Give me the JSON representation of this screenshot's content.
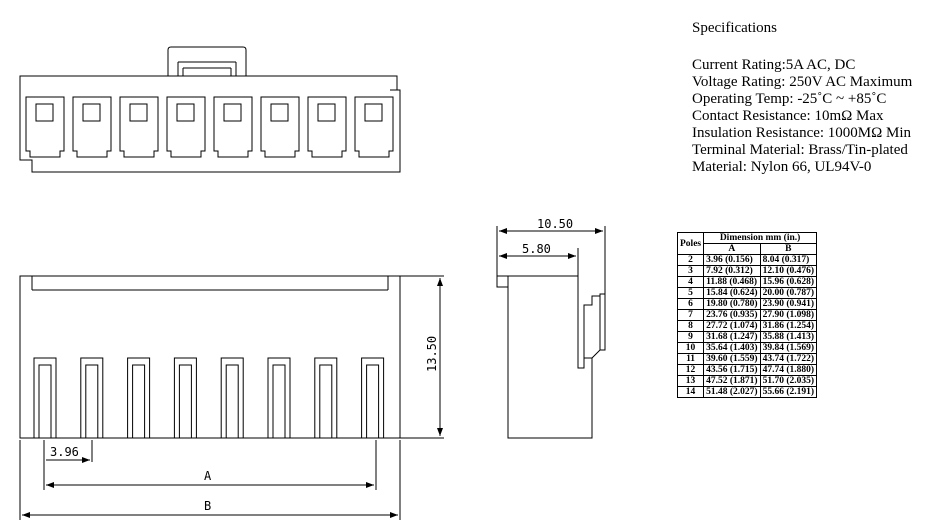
{
  "specifications": {
    "title": "Specifications",
    "lines": [
      "Current Rating:5A AC, DC",
      "Voltage Rating: 250V AC Maximum",
      "Operating Temp: -25˚C ~ +85˚C",
      "Contact Resistance: 10mΩ Max",
      "Insulation Resistance: 1000MΩ Min",
      "Terminal Material: Brass/Tin-plated",
      "Material: Nylon 66, UL94V-0"
    ]
  },
  "dimensions": {
    "front_pitch": "3.96",
    "front_a": "A",
    "front_b": "B",
    "front_height": "13.50",
    "side_width": "10.50",
    "side_inner": "5.80"
  },
  "table": {
    "header_poles": "Poles",
    "header_group": "Dimension mm (in.)",
    "header_a": "A",
    "header_b": "B",
    "rows": [
      {
        "poles": "2",
        "a": "3.96 (0.156)",
        "b": "8.04 (0.317)"
      },
      {
        "poles": "3",
        "a": "7.92 (0.312)",
        "b": "12.10 (0.476)"
      },
      {
        "poles": "4",
        "a": "11.88 (0.468)",
        "b": "15.96 (0.628)"
      },
      {
        "poles": "5",
        "a": "15.84 (0.624)",
        "b": "20.00 (0.787)"
      },
      {
        "poles": "6",
        "a": "19.80 (0.780)",
        "b": "23.90 (0.941)"
      },
      {
        "poles": "7",
        "a": "23.76 (0.935)",
        "b": "27.90 (1.098)"
      },
      {
        "poles": "8",
        "a": "27.72 (1.074)",
        "b": "31.86 (1.254)"
      },
      {
        "poles": "9",
        "a": "31.68 (1.247)",
        "b": "35.88 (1.413)"
      },
      {
        "poles": "10",
        "a": "35.64 (1.403)",
        "b": "39.84 (1.569)"
      },
      {
        "poles": "11",
        "a": "39.60 (1.559)",
        "b": "43.74 (1.722)"
      },
      {
        "poles": "12",
        "a": "43.56 (1.715)",
        "b": "47.74 (1.880)"
      },
      {
        "poles": "13",
        "a": "47.52 (1.871)",
        "b": "51.70 (2.035)"
      },
      {
        "poles": "14",
        "a": "51.48 (2.027)",
        "b": "55.66 (2.191)"
      }
    ]
  }
}
